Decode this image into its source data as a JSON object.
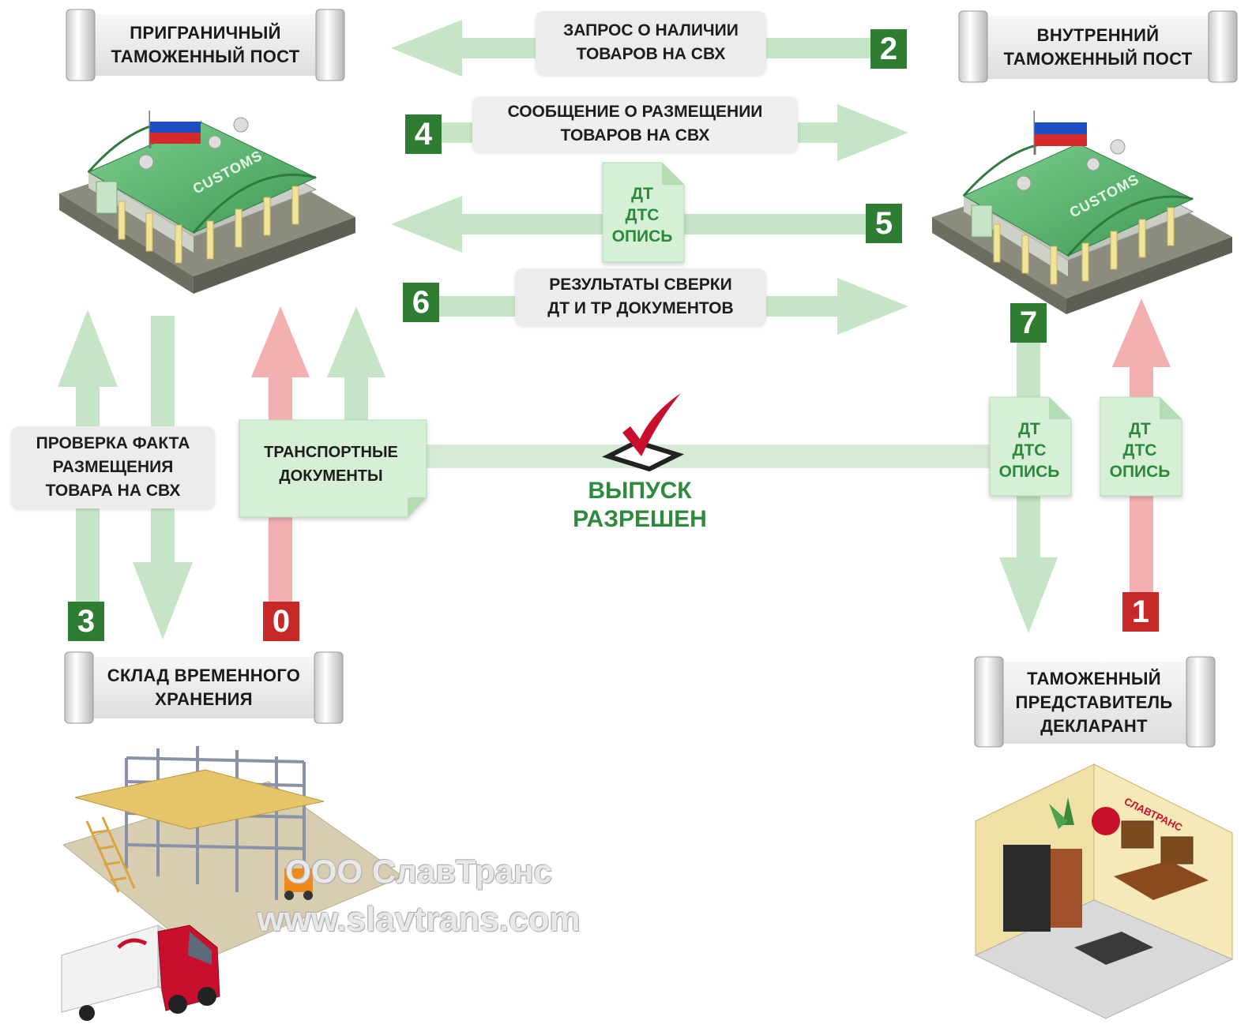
{
  "colors": {
    "arrow_green": "#c6e4c6",
    "arrow_red": "#f4b0b0",
    "badge_green": "#2e7d32",
    "badge_red": "#c62828",
    "release_text": "#2e8b3d",
    "doc_fill": "#d5f0d5"
  },
  "nodes": {
    "border_post": "ПРИГРАНИЧНЫЙ\nТАМОЖЕННЫЙ ПОСТ",
    "inland_post": "ВНУТРЕННИЙ\nТАМОЖЕННЫЙ ПОСТ",
    "warehouse": "СКЛАД ВРЕМЕННОГО\nХРАНЕНИЯ",
    "declarant": "ТАМОЖЕННЫЙ\nПРЕДСТАВИТЕЛЬ\nДЕКЛАРАНТ"
  },
  "steps": {
    "s0": "0",
    "s1": "1",
    "s2": "2",
    "s3": "3",
    "s4": "4",
    "s5": "5",
    "s6": "6",
    "s7": "7"
  },
  "messages": {
    "request": "ЗАПРОС О НАЛИЧИИ\nТОВАРОВ НА СВХ",
    "placement": "СООБЩЕНИЕ О РАЗМЕЩЕНИИ\nТОВАРОВ НА СВХ",
    "reconciliation": "РЕЗУЛЬТАТЫ СВЕРКИ\nДТ И ТР ДОКУМЕНТОВ",
    "check": "ПРОВЕРКА ФАКТА\nРАЗМЕЩЕНИЯ\nТОВАРА НА СВХ",
    "transport_docs": "ТРАНСПОРТНЫЕ\nДОКУМЕНТЫ",
    "docs_bundle": "ДТ\nДТС\nОПИСЬ"
  },
  "release": "ВЫПУСК\nРАЗРЕШЕН",
  "building_sign": "CUSTOMS",
  "office_sign": "СЛАВТРАНС",
  "watermark": {
    "line1": "ООО СлавТранс",
    "line2": "www.slavtrans.com"
  }
}
